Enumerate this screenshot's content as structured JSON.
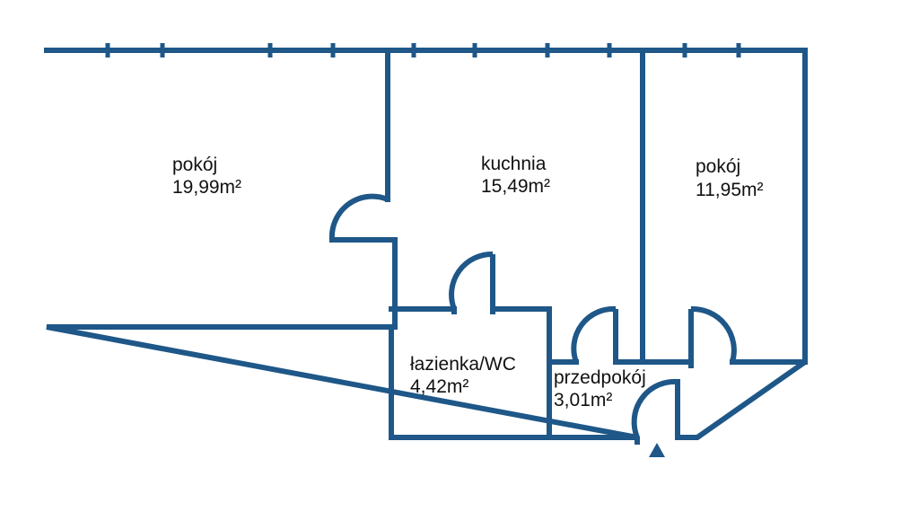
{
  "rooms": [
    {
      "name": "pokój",
      "area": "19,99m²"
    },
    {
      "name": "kuchnia",
      "area": "15,49m²"
    },
    {
      "name": "pokój",
      "area": "11,95m²"
    },
    {
      "name": "łazienka/WC",
      "area": "4,42m²"
    },
    {
      "name": "przedpokój",
      "area": "3,01m²"
    }
  ],
  "colors": {
    "wall": "#1e5788",
    "text": "#111111",
    "background": "#ffffff"
  }
}
